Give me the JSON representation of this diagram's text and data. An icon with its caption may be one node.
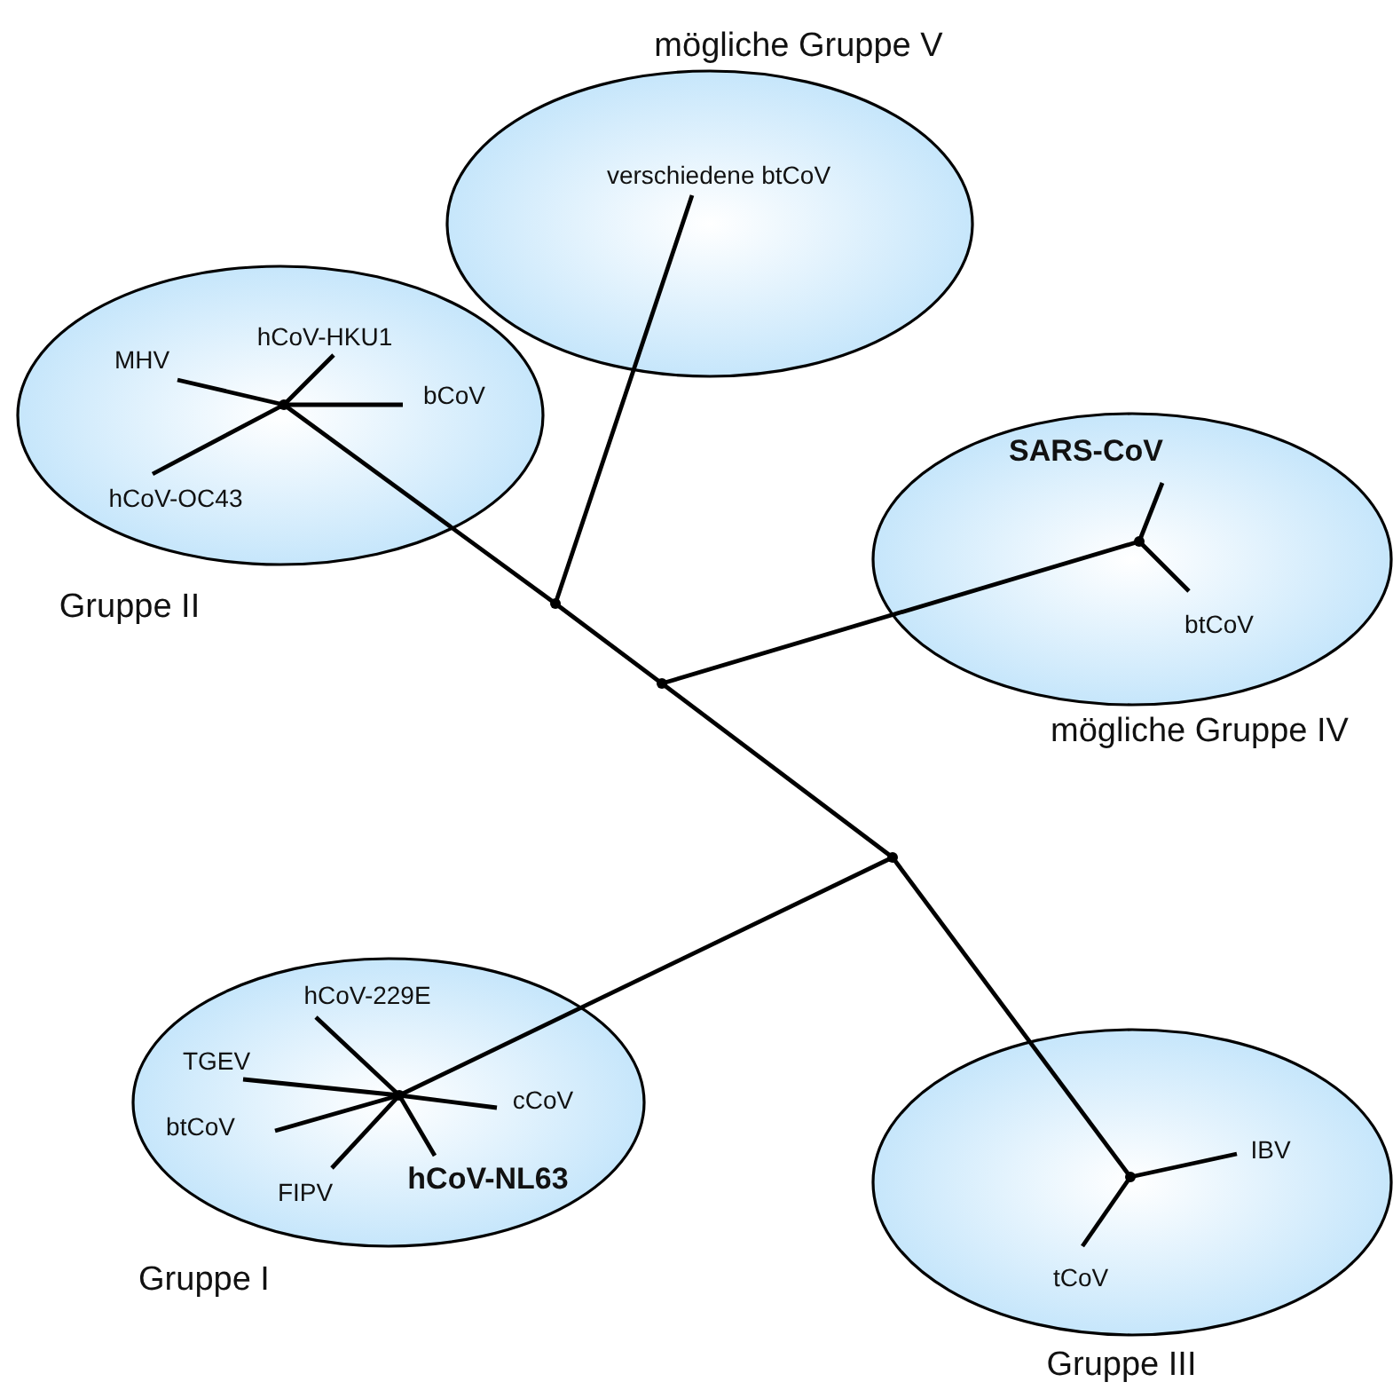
{
  "diagram": {
    "nodes": [
      {
        "text": [
          "mögliche Gruppe V"
        ]
      },
      {
        "text": [
          "verschiedene btCoV"
        ],
        "in": 0
      },
      {
        "text": [
          "Gruppe II"
        ]
      },
      {
        "text": [
          "MHV"
        ],
        "in": 2
      },
      {
        "text": [
          "hCoV-HKU1"
        ],
        "in": 2
      },
      {
        "text": [
          "bCoV"
        ],
        "in": 2
      },
      {
        "text": [
          "hCoV-OC43"
        ],
        "in": 2
      },
      {
        "text": [],
        "shape": "point",
        "in": 2
      },
      {
        "text": [
          "mögliche Gruppe IV"
        ]
      },
      {
        "text": [
          "SARS-CoV"
        ],
        "in": 8
      },
      {
        "text": [
          "btCoV"
        ],
        "in": 8
      },
      {
        "text": [],
        "shape": "point",
        "in": 8
      },
      {
        "text": [],
        "shape": "point"
      },
      {
        "text": [],
        "shape": "point"
      },
      {
        "text": [],
        "shape": "point"
      },
      {
        "text": [
          "Gruppe I"
        ]
      },
      {
        "text": [
          "hCoV-229E"
        ],
        "in": 15
      },
      {
        "text": [
          "TGEV"
        ],
        "in": 15
      },
      {
        "text": [
          "cCoV"
        ],
        "in": 15
      },
      {
        "text": [
          "btCoV"
        ],
        "in": 15
      },
      {
        "text": [
          "FIPV"
        ],
        "in": 15
      },
      {
        "text": [
          "hCoV-NL63"
        ],
        "in": 15
      },
      {
        "text": [],
        "shape": "point",
        "in": 15
      },
      {
        "text": [
          "Gruppe III"
        ]
      },
      {
        "text": [
          "IBV"
        ],
        "in": 23
      },
      {
        "text": [
          "tCoV"
        ],
        "in": 23
      },
      {
        "text": [],
        "shape": "point",
        "in": 23
      }
    ],
    "edges": [
      {
        "from": 7,
        "to": 3,
        "arrow": "none"
      },
      {
        "from": 7,
        "to": 4,
        "arrow": "none"
      },
      {
        "from": 7,
        "to": 5,
        "arrow": "none"
      },
      {
        "from": 7,
        "to": 6,
        "arrow": "none"
      },
      {
        "from": 7,
        "to": 12,
        "arrow": "none"
      },
      {
        "from": 12,
        "to": 1,
        "arrow": "none"
      },
      {
        "from": 12,
        "to": 13,
        "arrow": "none"
      },
      {
        "from": 13,
        "to": 11,
        "arrow": "none"
      },
      {
        "from": 11,
        "to": 9,
        "arrow": "none"
      },
      {
        "from": 11,
        "to": 10,
        "arrow": "none"
      },
      {
        "from": 13,
        "to": 14,
        "arrow": "none"
      },
      {
        "from": 14,
        "to": 22,
        "arrow": "none"
      },
      {
        "from": 22,
        "to": 16,
        "arrow": "none"
      },
      {
        "from": 22,
        "to": 17,
        "arrow": "none"
      },
      {
        "from": 22,
        "to": 18,
        "arrow": "none"
      },
      {
        "from": 22,
        "to": 19,
        "arrow": "none"
      },
      {
        "from": 22,
        "to": 20,
        "arrow": "none"
      },
      {
        "from": 22,
        "to": 21,
        "arrow": "none"
      },
      {
        "from": 14,
        "to": 26,
        "arrow": "none"
      },
      {
        "from": 26,
        "to": 24,
        "arrow": "none"
      },
      {
        "from": 26,
        "to": 25,
        "arrow": "none"
      }
    ]
  }
}
